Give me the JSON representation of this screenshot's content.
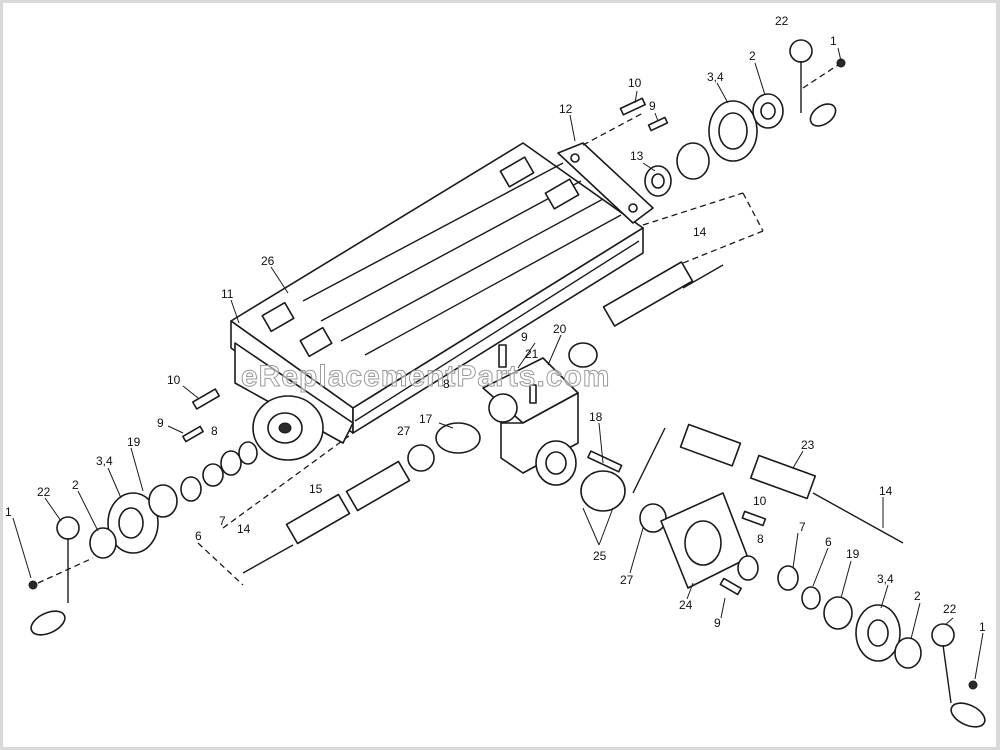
{
  "watermark": "eReplacementParts.com",
  "labels": {
    "l1a": "1",
    "l1b": "1",
    "l1c": "1",
    "l2a": "2",
    "l2b": "2",
    "l2c": "2",
    "l34a": "3,4",
    "l34b": "3,4",
    "l34c": "3,4",
    "l6a": "6",
    "l6b": "6",
    "l7a": "7",
    "l7b": "7",
    "l8a": "8",
    "l8b": "8",
    "l8c": "8",
    "l9a": "9",
    "l9b": "9",
    "l9c": "9",
    "l9d": "9",
    "l10a": "10",
    "l10b": "10",
    "l10c": "10",
    "l11": "11",
    "l12": "12",
    "l13": "13",
    "l14a": "14",
    "l14b": "14",
    "l14c": "14",
    "l15": "15",
    "l17": "17",
    "l18": "18",
    "l19a": "19",
    "l19b": "19",
    "l20": "20",
    "l21": "21",
    "l22a": "22",
    "l22b": "22",
    "l22c": "22",
    "l23": "23",
    "l24": "24",
    "l25": "25",
    "l26": "26",
    "l27a": "27",
    "l27b": "27"
  }
}
